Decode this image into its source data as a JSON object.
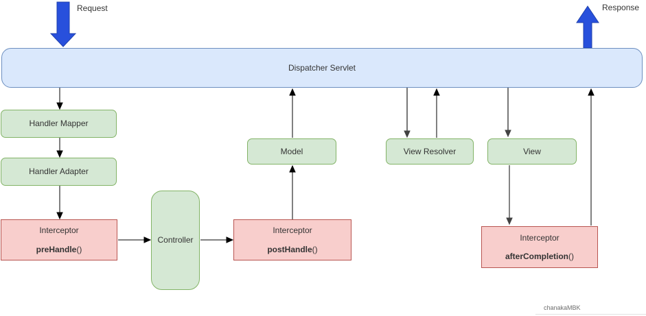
{
  "diagram": {
    "request_label": "Request",
    "response_label": "Response",
    "dispatcher_label": "Dispatcher Servlet",
    "nodes": {
      "handler_mapper": "Handler Mapper",
      "handler_adapter": "Handler Adapter",
      "controller": "Controller",
      "model": "Model",
      "view_resolver": "View Resolver",
      "view": "View",
      "interceptor_pre": {
        "title": "Interceptor",
        "method": "preHandle",
        "parens": "()"
      },
      "interceptor_post": {
        "title": "Interceptor",
        "method": "postHandle",
        "parens": "()"
      },
      "interceptor_after": {
        "title": "Interceptor",
        "method": "afterCompletion",
        "parens": "()"
      }
    },
    "watermark": "chanakaMBK",
    "colors": {
      "dispatcher_fill": "#dae8fc",
      "dispatcher_border": "#6c8ebf",
      "component_fill": "#d5e8d4",
      "component_border": "#82b366",
      "interceptor_fill": "#f8cecc",
      "interceptor_border": "#b85450",
      "flow_arrow_blue": "#2850dc",
      "connector_black": "#000000"
    }
  }
}
